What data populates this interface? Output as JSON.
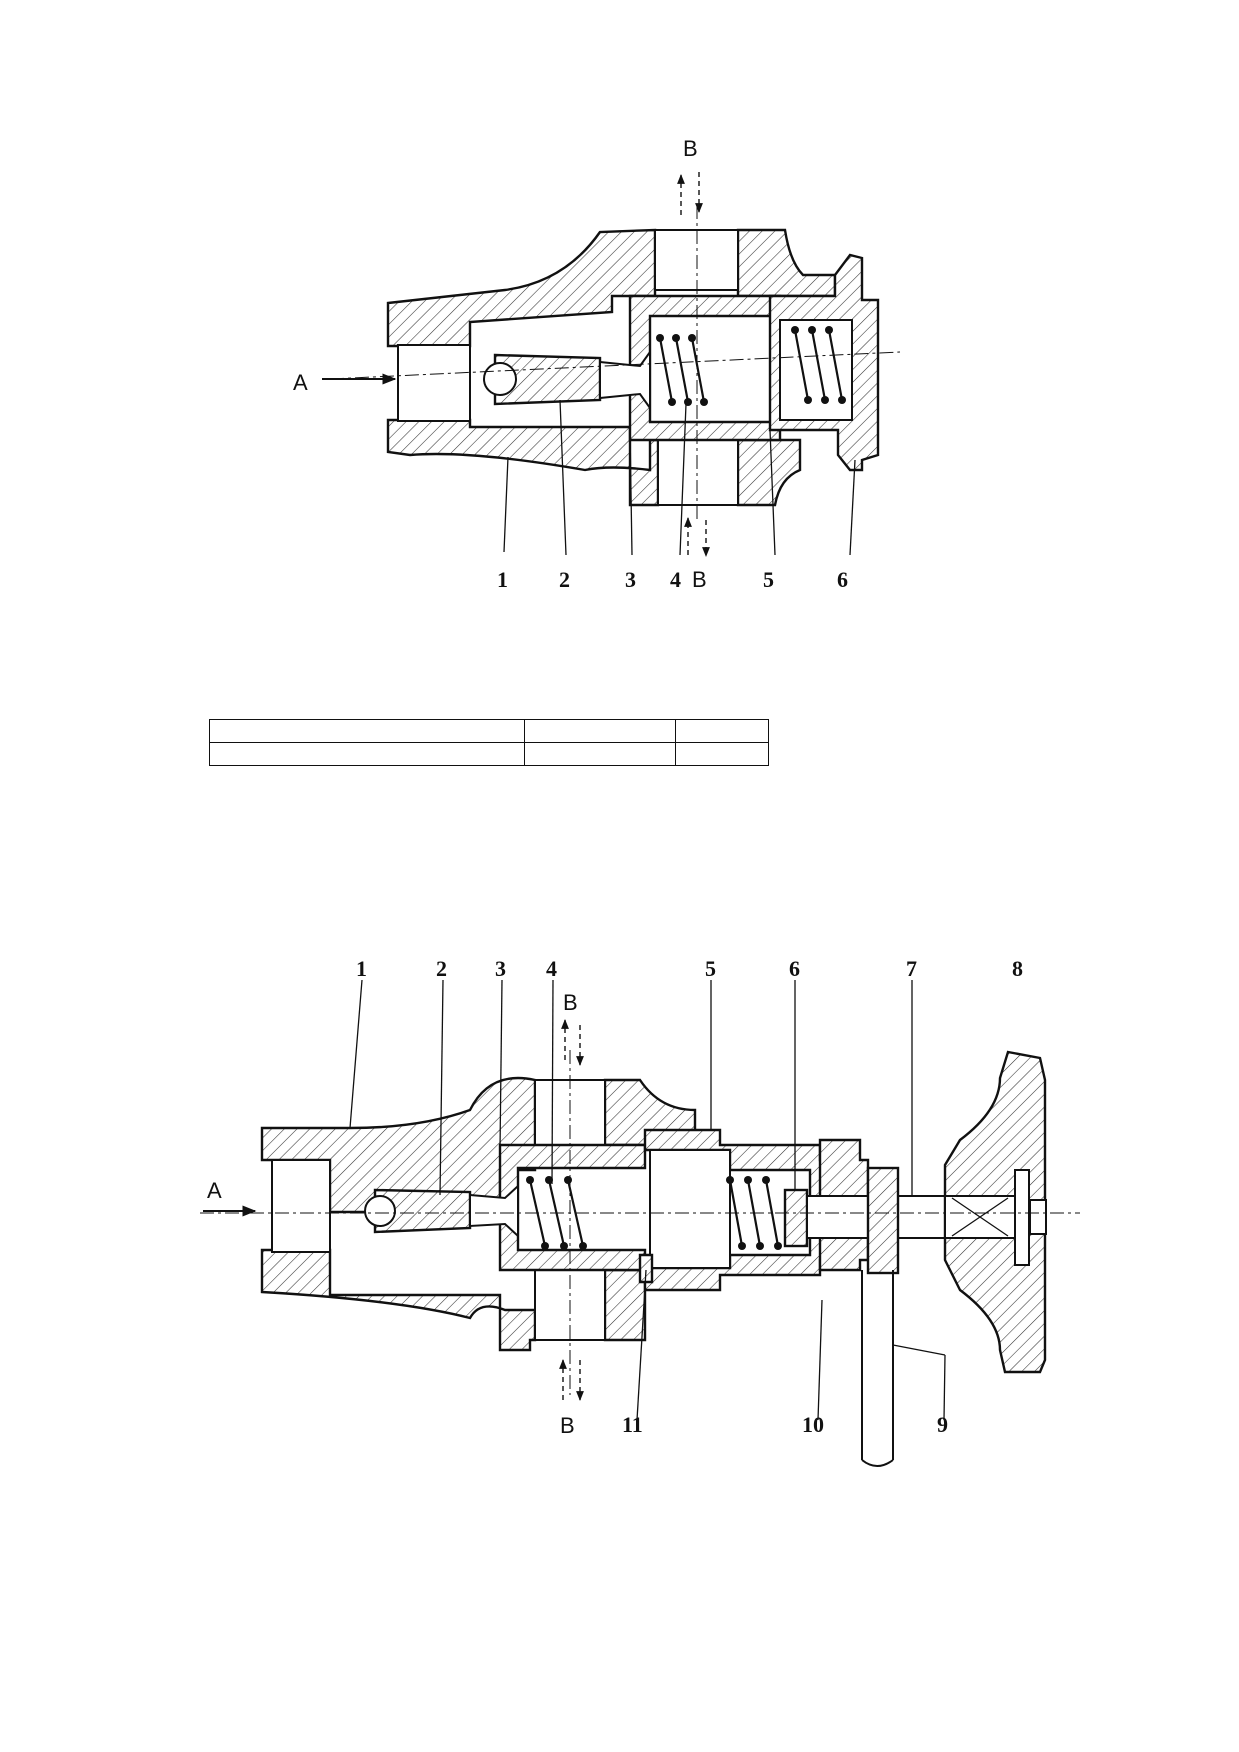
{
  "figure1": {
    "flow_a": "A",
    "flow_b_top": "B",
    "flow_b_bottom": "B",
    "labels": [
      "1",
      "2",
      "3",
      "4",
      "5",
      "6"
    ]
  },
  "table": {
    "rows": [
      [
        "",
        "",
        ""
      ],
      [
        "",
        "",
        ""
      ]
    ]
  },
  "figure2": {
    "flow_a": "A",
    "flow_b_top": "B",
    "flow_b_bottom": "B",
    "labels_top": [
      "1",
      "2",
      "3",
      "4",
      "5",
      "6",
      "7",
      "8"
    ],
    "labels_bottom": [
      "11",
      "10",
      "9"
    ]
  }
}
